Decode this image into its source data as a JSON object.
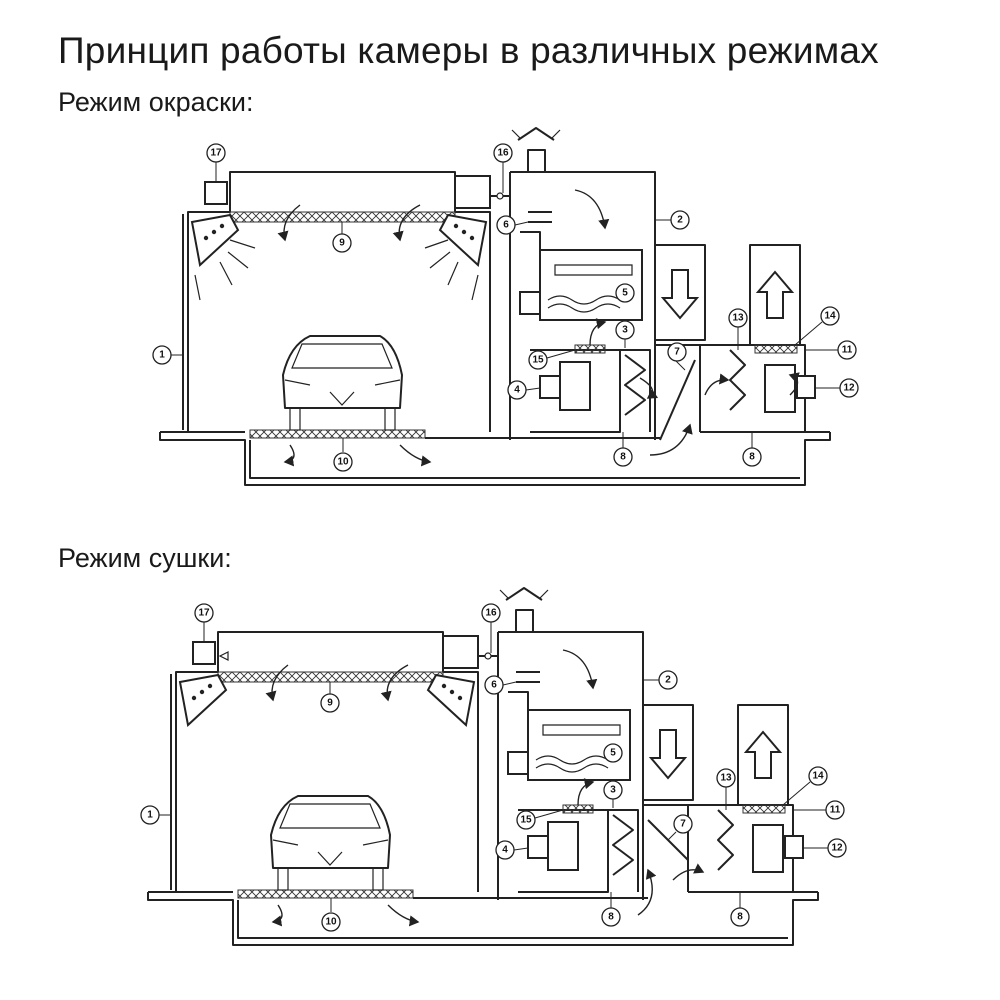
{
  "title": "Принцип работы камеры в различных режимах",
  "modes": [
    {
      "id": "paint",
      "label": "Режим окраски:"
    },
    {
      "id": "dry",
      "label": "Режим сушки:"
    }
  ],
  "callouts": [
    "1",
    "2",
    "3",
    "4",
    "5",
    "6",
    "7",
    "8",
    "9",
    "10",
    "11",
    "12",
    "13",
    "14",
    "15",
    "16",
    "17"
  ]
}
